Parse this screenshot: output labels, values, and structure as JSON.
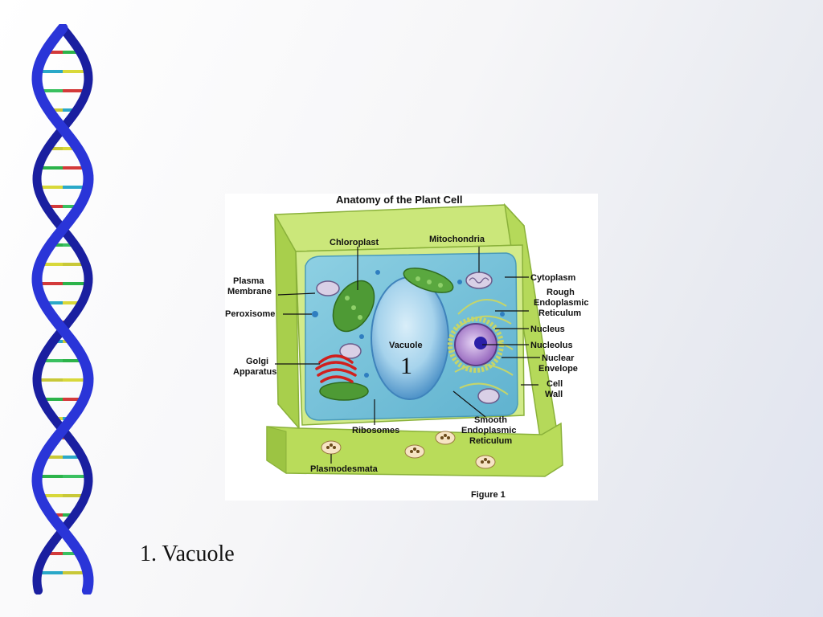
{
  "diagram": {
    "title": "Anatomy of the Plant Cell",
    "figure_label": "Figure 1",
    "marker_number": "1",
    "labels": {
      "chloroplast": "Chloroplast",
      "mitochondria": "Mitochondria",
      "plasma_membrane": [
        "Plasma",
        "Membrane"
      ],
      "peroxisome": "Peroxisome",
      "golgi": [
        "Golgi",
        "Apparatus"
      ],
      "vacuole": "Vacuole",
      "cytoplasm": "Cytoplasm",
      "rough_er": [
        "Rough",
        "Endoplasmic",
        "Reticulum"
      ],
      "nucleus": "Nucleus",
      "nucleolus": "Nucleolus",
      "nuclear_envelope": [
        "Nuclear",
        "Envelope"
      ],
      "cell_wall": [
        "Cell",
        "Wall"
      ],
      "ribosomes": "Ribosomes",
      "smooth_er": [
        "Smooth",
        "Endoplasmic",
        "Reticulum"
      ],
      "plasmodesmata": "Plasmodesmata"
    }
  },
  "caption": "1. Vacuole",
  "colors": {
    "dna_backbone": "#2a2fc8",
    "cell_wall": "#b9dc5a",
    "cytoplasm": "#7cc3d8",
    "vacuole": "#a9d6ee",
    "chloroplast": "#4e9a35",
    "golgi": "#d0201e",
    "nucleus": "#b48fd0"
  }
}
